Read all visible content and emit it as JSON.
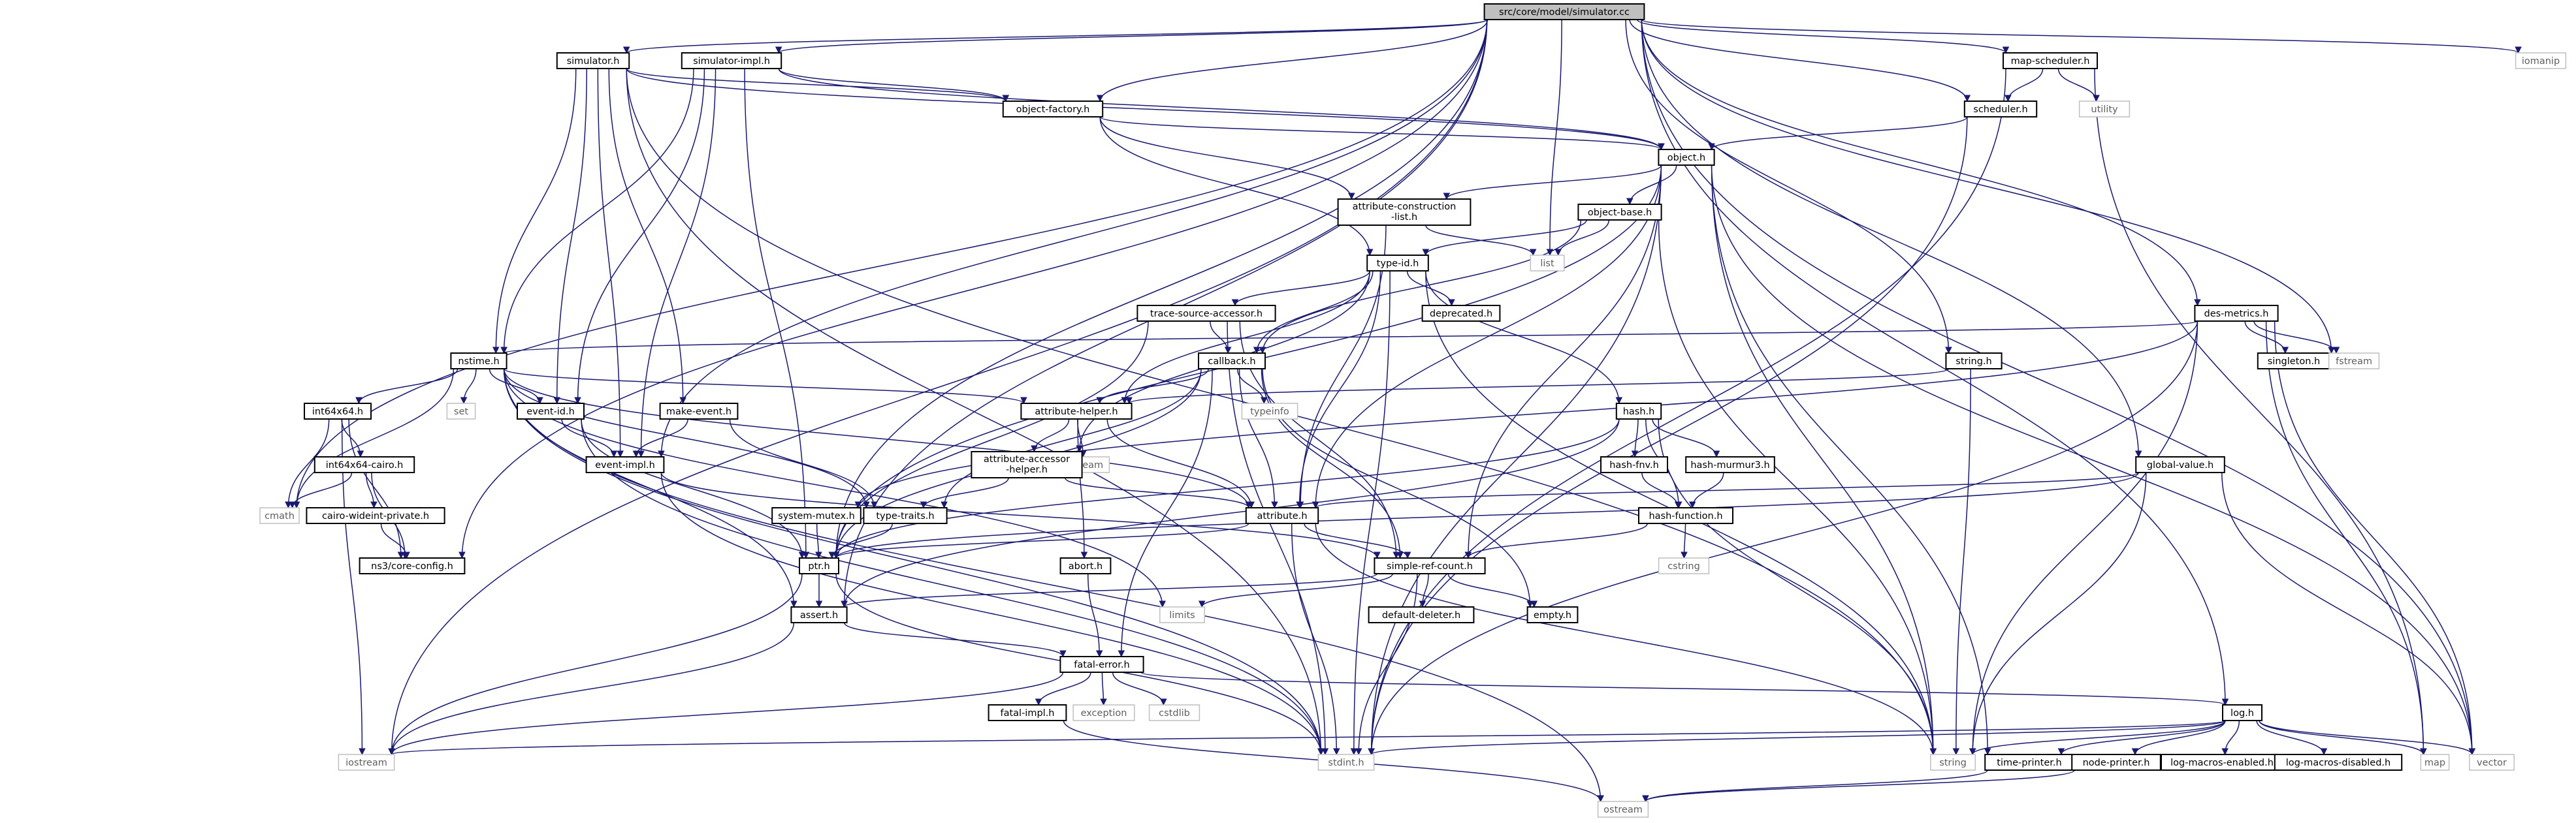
{
  "diagram": {
    "root": "src/core/model/simulator.cc",
    "colors": {
      "edge": "#191970",
      "root_fill": "#bfbfbf",
      "node_fill": "#ffffff",
      "system_border": "#bfbfbf"
    },
    "nodes": [
      {
        "id": "simulator-cc",
        "label": "src/core/model/simulator.cc",
        "kind": "root"
      },
      {
        "id": "simulator-h",
        "label": "simulator.h",
        "kind": "local"
      },
      {
        "id": "simulator-impl-h",
        "label": "simulator-impl.h",
        "kind": "local"
      },
      {
        "id": "map-scheduler-h",
        "label": "map-scheduler.h",
        "kind": "local"
      },
      {
        "id": "iomanip",
        "label": "iomanip",
        "kind": "system"
      },
      {
        "id": "object-factory-h",
        "label": "object-factory.h",
        "kind": "local"
      },
      {
        "id": "scheduler-h",
        "label": "scheduler.h",
        "kind": "local"
      },
      {
        "id": "utility",
        "label": "utility",
        "kind": "system"
      },
      {
        "id": "object-h",
        "label": "object.h",
        "kind": "local"
      },
      {
        "id": "attribute-construction-list-h",
        "label": "attribute-construction\n-list.h",
        "kind": "local"
      },
      {
        "id": "object-base-h",
        "label": "object-base.h",
        "kind": "local"
      },
      {
        "id": "list",
        "label": "list",
        "kind": "system"
      },
      {
        "id": "type-id-h",
        "label": "type-id.h",
        "kind": "local"
      },
      {
        "id": "trace-source-accessor-h",
        "label": "trace-source-accessor.h",
        "kind": "local"
      },
      {
        "id": "deprecated-h",
        "label": "deprecated.h",
        "kind": "local"
      },
      {
        "id": "des-metrics-h",
        "label": "des-metrics.h",
        "kind": "local"
      },
      {
        "id": "singleton-h",
        "label": "singleton.h",
        "kind": "local"
      },
      {
        "id": "fstream",
        "label": "fstream",
        "kind": "system"
      },
      {
        "id": "nstime-h",
        "label": "nstime.h",
        "kind": "local"
      },
      {
        "id": "callback-h",
        "label": "callback.h",
        "kind": "local"
      },
      {
        "id": "set",
        "label": "set",
        "kind": "system"
      },
      {
        "id": "int64x64-h",
        "label": "int64x64.h",
        "kind": "local"
      },
      {
        "id": "event-id-h",
        "label": "event-id.h",
        "kind": "local"
      },
      {
        "id": "make-event-h",
        "label": "make-event.h",
        "kind": "local"
      },
      {
        "id": "attribute-helper-h",
        "label": "attribute-helper.h",
        "kind": "local"
      },
      {
        "id": "typeinfo",
        "label": "typeinfo",
        "kind": "system"
      },
      {
        "id": "string-h",
        "label": "string.h",
        "kind": "local"
      },
      {
        "id": "hash-h",
        "label": "hash.h",
        "kind": "local"
      },
      {
        "id": "int64x64-cairo-h",
        "label": "int64x64-cairo.h",
        "kind": "local"
      },
      {
        "id": "event-impl-h",
        "label": "event-impl.h",
        "kind": "local"
      },
      {
        "id": "sstream",
        "label": "sstream",
        "kind": "system"
      },
      {
        "id": "attribute-accessor-helper-h",
        "label": "attribute-accessor\n-helper.h",
        "kind": "local"
      },
      {
        "id": "hash-fnv-h",
        "label": "hash-fnv.h",
        "kind": "local"
      },
      {
        "id": "hash-murmur3-h",
        "label": "hash-murmur3.h",
        "kind": "local"
      },
      {
        "id": "global-value-h",
        "label": "global-value.h",
        "kind": "local"
      },
      {
        "id": "cmath",
        "label": "cmath",
        "kind": "system"
      },
      {
        "id": "cairo-wideint-private-h",
        "label": "cairo-wideint-private.h",
        "kind": "local"
      },
      {
        "id": "system-mutex-h",
        "label": "system-mutex.h",
        "kind": "local"
      },
      {
        "id": "type-traits-h",
        "label": "type-traits.h",
        "kind": "local"
      },
      {
        "id": "attribute-h",
        "label": "attribute.h",
        "kind": "local"
      },
      {
        "id": "hash-function-h",
        "label": "hash-function.h",
        "kind": "local"
      },
      {
        "id": "ns3-core-config-h",
        "label": "ns3/core-config.h",
        "kind": "local"
      },
      {
        "id": "ptr-h",
        "label": "ptr.h",
        "kind": "local"
      },
      {
        "id": "abort-h",
        "label": "abort.h",
        "kind": "local"
      },
      {
        "id": "simple-ref-count-h",
        "label": "simple-ref-count.h",
        "kind": "local"
      },
      {
        "id": "cstring",
        "label": "cstring",
        "kind": "system"
      },
      {
        "id": "assert-h",
        "label": "assert.h",
        "kind": "local"
      },
      {
        "id": "limits",
        "label": "limits",
        "kind": "system"
      },
      {
        "id": "default-deleter-h",
        "label": "default-deleter.h",
        "kind": "local"
      },
      {
        "id": "empty-h",
        "label": "empty.h",
        "kind": "local"
      },
      {
        "id": "fatal-error-h",
        "label": "fatal-error.h",
        "kind": "local"
      },
      {
        "id": "fatal-impl-h",
        "label": "fatal-impl.h",
        "kind": "local"
      },
      {
        "id": "exception",
        "label": "exception",
        "kind": "system"
      },
      {
        "id": "cstdlib",
        "label": "cstdlib",
        "kind": "system"
      },
      {
        "id": "log-h",
        "label": "log.h",
        "kind": "local"
      },
      {
        "id": "iostream",
        "label": "iostream",
        "kind": "system"
      },
      {
        "id": "stdint-h",
        "label": "stdint.h",
        "kind": "system"
      },
      {
        "id": "string",
        "label": "string",
        "kind": "system"
      },
      {
        "id": "time-printer-h",
        "label": "time-printer.h",
        "kind": "local"
      },
      {
        "id": "node-printer-h",
        "label": "node-printer.h",
        "kind": "local"
      },
      {
        "id": "log-macros-enabled-h",
        "label": "log-macros-enabled.h",
        "kind": "local"
      },
      {
        "id": "log-macros-disabled-h",
        "label": "log-macros-disabled.h",
        "kind": "local"
      },
      {
        "id": "map",
        "label": "map",
        "kind": "system"
      },
      {
        "id": "vector",
        "label": "vector",
        "kind": "system"
      },
      {
        "id": "ostream",
        "label": "ostream",
        "kind": "system"
      }
    ],
    "edges": [
      [
        "simulator-cc",
        "simulator-h"
      ],
      [
        "simulator-cc",
        "simulator-impl-h"
      ],
      [
        "simulator-cc",
        "map-scheduler-h"
      ],
      [
        "simulator-cc",
        "iomanip"
      ],
      [
        "simulator-cc",
        "object-factory-h"
      ],
      [
        "simulator-cc",
        "scheduler-h"
      ],
      [
        "simulator-cc",
        "list"
      ],
      [
        "simulator-cc",
        "string-h"
      ],
      [
        "simulator-cc",
        "global-value-h"
      ],
      [
        "simulator-cc",
        "des-metrics-h"
      ],
      [
        "simulator-cc",
        "fstream"
      ],
      [
        "simulator-cc",
        "log-h"
      ],
      [
        "simulator-cc",
        "vector"
      ],
      [
        "simulator-cc",
        "iostream"
      ],
      [
        "simulator-cc",
        "cmath"
      ],
      [
        "simulator-cc",
        "ptr-h"
      ],
      [
        "simulator-cc",
        "assert-h"
      ],
      [
        "simulator-cc",
        "ns3-core-config-h"
      ],
      [
        "simulator-cc",
        "event-impl-h"
      ],
      [
        "simulator-h",
        "object-factory-h"
      ],
      [
        "simulator-h",
        "nstime-h"
      ],
      [
        "simulator-h",
        "event-id-h"
      ],
      [
        "simulator-h",
        "make-event-h"
      ],
      [
        "simulator-h",
        "event-impl-h"
      ],
      [
        "simulator-h",
        "object-h"
      ],
      [
        "simulator-h",
        "stdint-h"
      ],
      [
        "simulator-h",
        "string"
      ],
      [
        "simulator-impl-h",
        "object-factory-h"
      ],
      [
        "simulator-impl-h",
        "object-h"
      ],
      [
        "simulator-impl-h",
        "nstime-h"
      ],
      [
        "simulator-impl-h",
        "event-id-h"
      ],
      [
        "simulator-impl-h",
        "event-impl-h"
      ],
      [
        "simulator-impl-h",
        "ptr-h"
      ],
      [
        "map-scheduler-h",
        "scheduler-h"
      ],
      [
        "map-scheduler-h",
        "utility"
      ],
      [
        "map-scheduler-h",
        "stdint-h"
      ],
      [
        "map-scheduler-h",
        "map"
      ],
      [
        "object-factory-h",
        "object-h"
      ],
      [
        "object-factory-h",
        "attribute-construction-list-h"
      ],
      [
        "object-factory-h",
        "type-id-h"
      ],
      [
        "scheduler-h",
        "object-h"
      ],
      [
        "scheduler-h",
        "stdint-h"
      ],
      [
        "object-h",
        "attribute-construction-list-h"
      ],
      [
        "object-h",
        "object-base-h"
      ],
      [
        "object-h",
        "ptr-h"
      ],
      [
        "object-h",
        "attribute-h"
      ],
      [
        "object-h",
        "simple-ref-count-h"
      ],
      [
        "object-h",
        "stdint-h"
      ],
      [
        "object-h",
        "string"
      ],
      [
        "object-h",
        "vector"
      ],
      [
        "object-h",
        "time-printer-h"
      ],
      [
        "attribute-construction-list-h",
        "list"
      ],
      [
        "attribute-construction-list-h",
        "attribute-h"
      ],
      [
        "object-base-h",
        "type-id-h"
      ],
      [
        "object-base-h",
        "callback-h"
      ],
      [
        "object-base-h",
        "list"
      ],
      [
        "object-base-h",
        "string"
      ],
      [
        "type-id-h",
        "trace-source-accessor-h"
      ],
      [
        "type-id-h",
        "deprecated-h"
      ],
      [
        "type-id-h",
        "callback-h"
      ],
      [
        "type-id-h",
        "attribute-helper-h"
      ],
      [
        "type-id-h",
        "attribute-accessor-helper-h"
      ],
      [
        "type-id-h",
        "hash-h"
      ],
      [
        "type-id-h",
        "attribute-h"
      ],
      [
        "type-id-h",
        "stdint-h"
      ],
      [
        "type-id-h",
        "string"
      ],
      [
        "trace-source-accessor-h",
        "callback-h"
      ],
      [
        "trace-source-accessor-h",
        "ptr-h"
      ],
      [
        "trace-source-accessor-h",
        "simple-ref-count-h"
      ],
      [
        "trace-source-accessor-h",
        "stdint-h"
      ],
      [
        "des-metrics-h",
        "nstime-h"
      ],
      [
        "des-metrics-h",
        "singleton-h"
      ],
      [
        "des-metrics-h",
        "system-mutex-h"
      ],
      [
        "des-metrics-h",
        "fstream"
      ],
      [
        "des-metrics-h",
        "map"
      ],
      [
        "des-metrics-h",
        "vector"
      ],
      [
        "des-metrics-h",
        "stdint-h"
      ],
      [
        "des-metrics-h",
        "string"
      ],
      [
        "nstime-h",
        "assert-h"
      ],
      [
        "nstime-h",
        "attribute-h"
      ],
      [
        "nstime-h",
        "attribute-helper-h"
      ],
      [
        "nstime-h",
        "event-id-h"
      ],
      [
        "nstime-h",
        "int64x64-h"
      ],
      [
        "nstime-h",
        "type-traits-h"
      ],
      [
        "nstime-h",
        "set"
      ],
      [
        "nstime-h",
        "cmath"
      ],
      [
        "nstime-h",
        "limits"
      ],
      [
        "nstime-h",
        "ostream"
      ],
      [
        "nstime-h",
        "stdint-h"
      ],
      [
        "callback-h",
        "ptr-h"
      ],
      [
        "callback-h",
        "fatal-error-h"
      ],
      [
        "callback-h",
        "empty-h"
      ],
      [
        "callback-h",
        "type-traits-h"
      ],
      [
        "callback-h",
        "attribute-h"
      ],
      [
        "callback-h",
        "attribute-helper-h"
      ],
      [
        "callback-h",
        "simple-ref-count-h"
      ],
      [
        "callback-h",
        "typeinfo"
      ],
      [
        "int64x64-h",
        "int64x64-cairo-h"
      ],
      [
        "int64x64-h",
        "cmath"
      ],
      [
        "int64x64-h",
        "iostream"
      ],
      [
        "int64x64-h",
        "ns3-core-config-h"
      ],
      [
        "event-id-h",
        "ptr-h"
      ],
      [
        "event-id-h",
        "event-impl-h"
      ],
      [
        "event-id-h",
        "stdint-h"
      ],
      [
        "make-event-h",
        "event-impl-h"
      ],
      [
        "make-event-h",
        "type-traits-h"
      ],
      [
        "attribute-helper-h",
        "attribute-h"
      ],
      [
        "attribute-helper-h",
        "attribute-accessor-helper-h"
      ],
      [
        "attribute-helper-h",
        "abort-h"
      ],
      [
        "attribute-helper-h",
        "sstream"
      ],
      [
        "string-h",
        "attribute-helper-h"
      ],
      [
        "string-h",
        "string"
      ],
      [
        "hash-h",
        "assert-h"
      ],
      [
        "hash-h",
        "ptr-h"
      ],
      [
        "hash-h",
        "hash-fnv-h"
      ],
      [
        "hash-h",
        "hash-murmur3-h"
      ],
      [
        "hash-h",
        "hash-function-h"
      ],
      [
        "hash-h",
        "string"
      ],
      [
        "int64x64-cairo-h",
        "cairo-wideint-private-h"
      ],
      [
        "int64x64-cairo-h",
        "cmath"
      ],
      [
        "int64x64-cairo-h",
        "ns3-core-config-h"
      ],
      [
        "event-impl-h",
        "simple-ref-count-h"
      ],
      [
        "event-impl-h",
        "stdint-h"
      ],
      [
        "attribute-accessor-helper-h",
        "attribute-h"
      ],
      [
        "attribute-accessor-helper-h",
        "type-traits-h"
      ],
      [
        "hash-fnv-h",
        "hash-function-h"
      ],
      [
        "hash-murmur3-h",
        "hash-function-h"
      ],
      [
        "global-value-h",
        "attribute-h"
      ],
      [
        "global-value-h",
        "ptr-h"
      ],
      [
        "global-value-h",
        "string"
      ],
      [
        "global-value-h",
        "vector"
      ],
      [
        "cairo-wideint-private-h",
        "ns3-core-config-h"
      ],
      [
        "system-mutex-h",
        "ptr-h"
      ],
      [
        "type-traits-h",
        "ptr-h"
      ],
      [
        "attribute-h",
        "ptr-h"
      ],
      [
        "attribute-h",
        "simple-ref-count-h"
      ],
      [
        "attribute-h",
        "stdint-h"
      ],
      [
        "attribute-h",
        "string"
      ],
      [
        "hash-function-h",
        "simple-ref-count-h"
      ],
      [
        "hash-function-h",
        "cstring"
      ],
      [
        "ptr-h",
        "assert-h"
      ],
      [
        "ptr-h",
        "iostream"
      ],
      [
        "ptr-h",
        "stdint-h"
      ],
      [
        "abort-h",
        "fatal-error-h"
      ],
      [
        "simple-ref-count-h",
        "assert-h"
      ],
      [
        "simple-ref-count-h",
        "default-deleter-h"
      ],
      [
        "simple-ref-count-h",
        "empty-h"
      ],
      [
        "simple-ref-count-h",
        "limits"
      ],
      [
        "simple-ref-count-h",
        "stdint-h"
      ],
      [
        "assert-h",
        "fatal-error-h"
      ],
      [
        "assert-h",
        "iostream"
      ],
      [
        "fatal-error-h",
        "fatal-impl-h"
      ],
      [
        "fatal-error-h",
        "exception"
      ],
      [
        "fatal-error-h",
        "cstdlib"
      ],
      [
        "fatal-error-h",
        "log-h"
      ],
      [
        "fatal-error-h",
        "iostream"
      ],
      [
        "fatal-impl-h",
        "ostream"
      ],
      [
        "log-h",
        "iostream"
      ],
      [
        "log-h",
        "stdint-h"
      ],
      [
        "log-h",
        "string"
      ],
      [
        "log-h",
        "time-printer-h"
      ],
      [
        "log-h",
        "node-printer-h"
      ],
      [
        "log-h",
        "log-macros-enabled-h"
      ],
      [
        "log-h",
        "log-macros-disabled-h"
      ],
      [
        "log-h",
        "map"
      ],
      [
        "log-h",
        "vector"
      ],
      [
        "time-printer-h",
        "ostream"
      ],
      [
        "node-printer-h",
        "ostream"
      ]
    ]
  }
}
